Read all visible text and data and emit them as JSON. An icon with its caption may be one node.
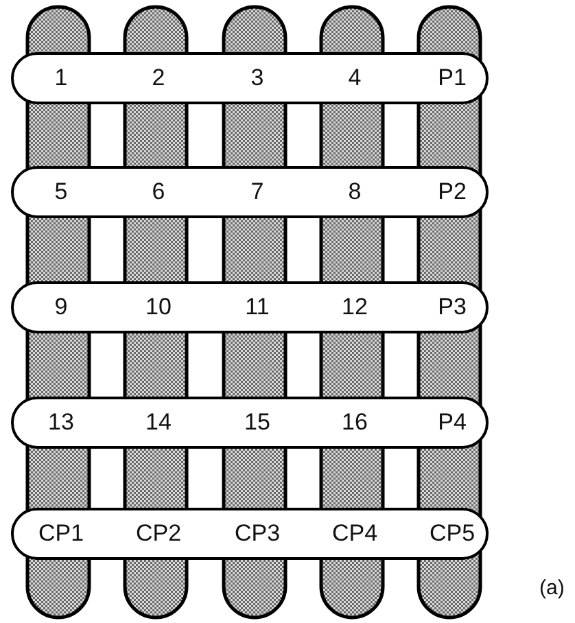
{
  "diagram": {
    "nodes": [
      {
        "text": [
          "1",
          "2",
          "3",
          "4",
          "P1"
        ]
      },
      {
        "text": [
          "5",
          "6",
          "7",
          "8",
          "P2"
        ]
      },
      {
        "text": [
          "9",
          "10",
          "11",
          "12",
          "P3"
        ]
      },
      {
        "text": [
          "13",
          "14",
          "15",
          "16",
          "P4"
        ]
      },
      {
        "text": [
          "CP1",
          "CP2",
          "CP3",
          "CP4",
          "CP5"
        ]
      }
    ],
    "labels": [
      "(a)"
    ]
  }
}
